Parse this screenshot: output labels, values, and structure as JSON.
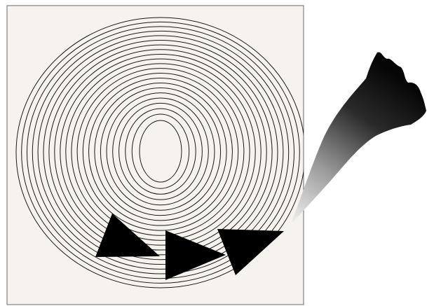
{
  "colors": {
    "page_background": "#ffffff",
    "panel_fill": "#f6f3ef",
    "panel_border": "#6a6a6a",
    "ring_stroke": "#1a1a1a",
    "arrow_fill": "#000000",
    "smoke_dark": "#050505",
    "smoke_light": "#f2f2f2"
  },
  "figure": {
    "elements": [
      "square-panel",
      "concentric-rings",
      "arrowhead-left",
      "arrowhead-middle",
      "arrowhead-right",
      "smoke-plume"
    ],
    "ring_count": 22,
    "arrowhead_count": 3
  }
}
